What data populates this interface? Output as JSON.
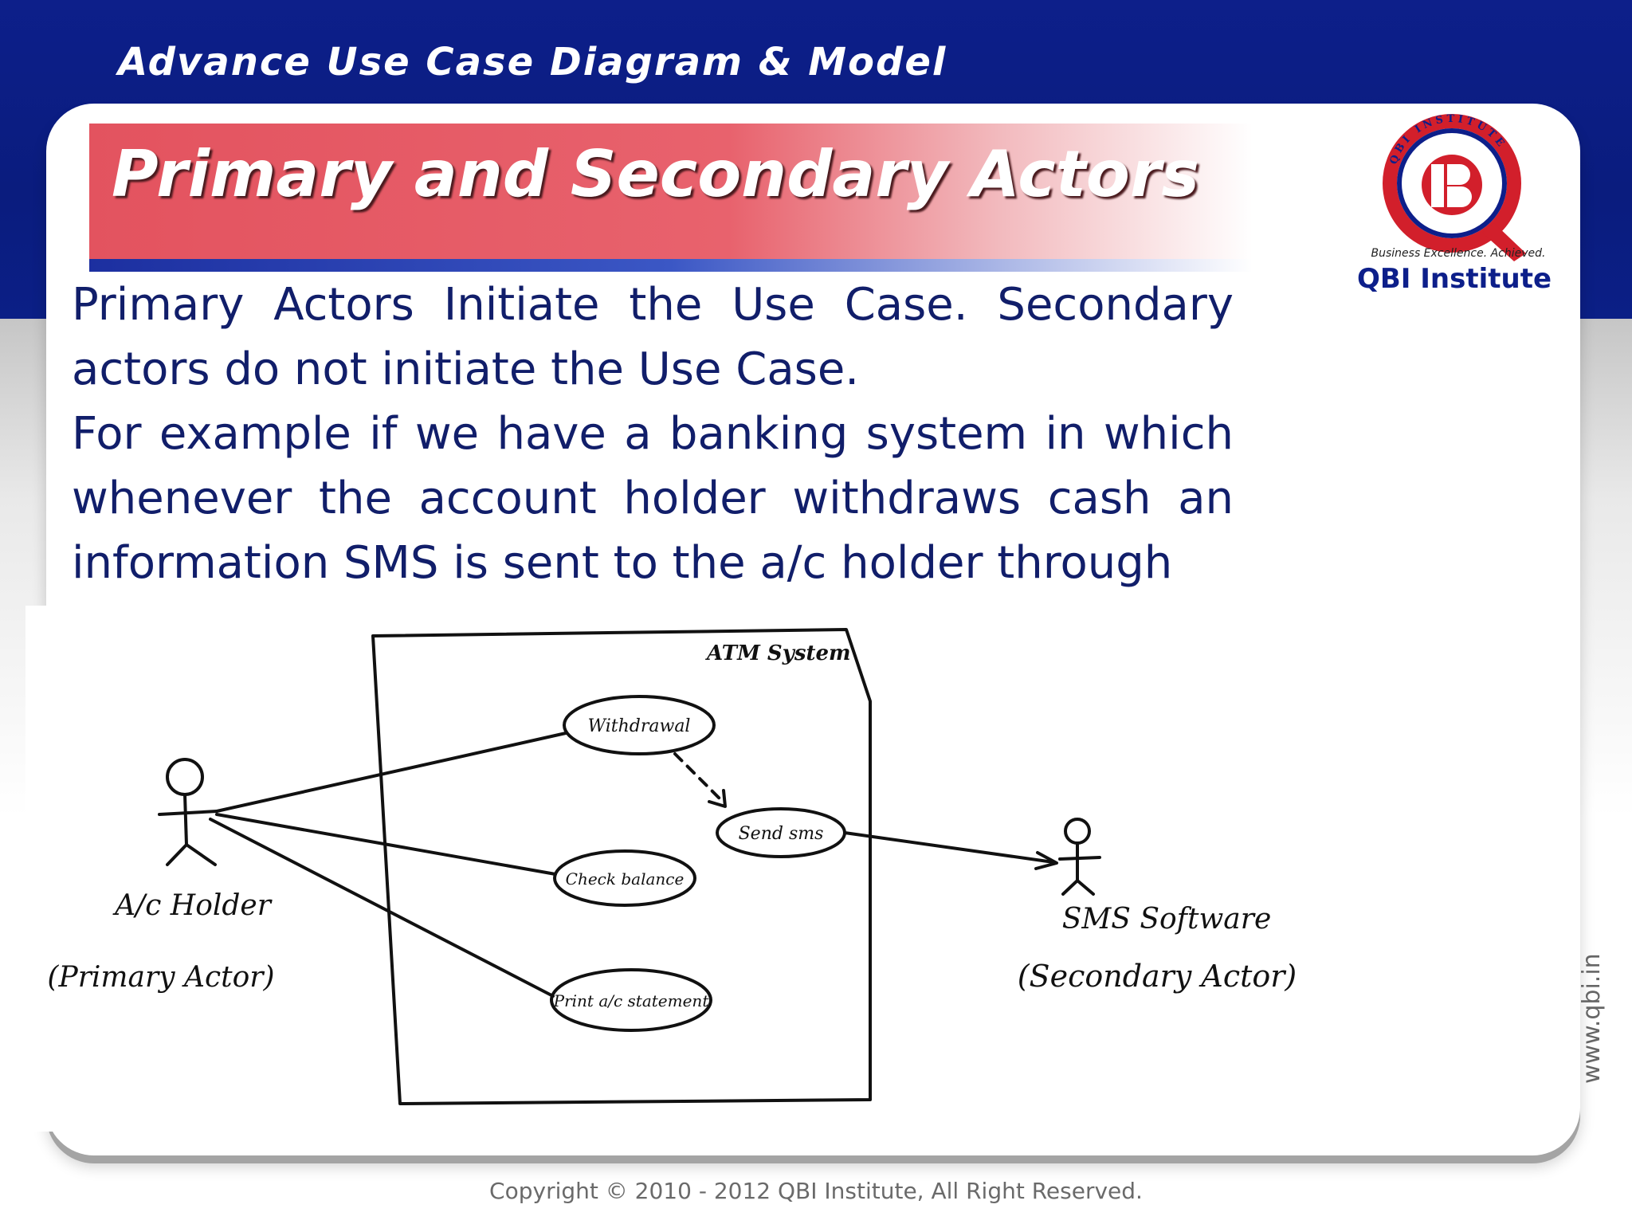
{
  "header": {
    "deck_title": "Advance Use Case Diagram & Model"
  },
  "slide": {
    "title": "Primary and Secondary Actors",
    "paragraphs": [
      "Primary Actors Initiate the Use Case. Secondary actors do not initiate the Use Case.",
      "For example if we have a banking system in which whenever the account holder withdraws cash an information SMS is sent to the a/c holder through"
    ]
  },
  "logo": {
    "ring_text": "QBI INSTITUTE",
    "tagline": "Business Excellence. Achieved.",
    "name": "QBI Institute",
    "colors": {
      "ring": "#d21f2b",
      "inner": "#0d1f8a"
    }
  },
  "diagram": {
    "system_name": "ATM System",
    "use_cases": [
      "Withdrawal",
      "Send sms",
      "Check balance",
      "Print a/c statement"
    ],
    "primary_actor": {
      "name": "A/c Holder",
      "role": "(Primary Actor)"
    },
    "secondary_actor": {
      "name": "SMS Software",
      "role": "(Secondary Actor)"
    }
  },
  "sidebar": {
    "url": "www.qbi.in"
  },
  "footer": {
    "copyright": "Copyright © 2010 - 2012 QBI Institute,  All Right Reserved."
  }
}
